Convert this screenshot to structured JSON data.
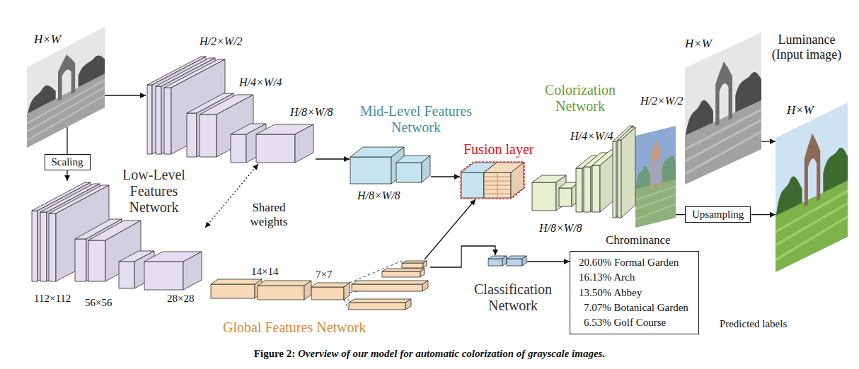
{
  "diagram": {
    "caption": "Figure 2: Overview of our model for automatic colorization of grayscale images.",
    "nodes": [
      {
        "text": [
          "H×W"
        ]
      },
      {
        "text": [
          "Scaling"
        ]
      },
      {
        "text": [
          "H/2×W/2",
          "H/4×W/4",
          "H/8×W/8",
          "Low-Level Features Network"
        ]
      },
      {
        "text": [
          "112×112",
          "56×56",
          "28×28"
        ]
      },
      {
        "text": [
          "Mid-Level Features Network",
          "H/8×W/8"
        ]
      },
      {
        "text": [
          "Fusion layer"
        ]
      },
      {
        "text": [
          "14×14",
          "7×7",
          "Global Features Network"
        ]
      },
      {
        "text": [
          "Classification Network"
        ]
      },
      {
        "text": [
          "20.60% Formal Garden",
          "16.13% Arch",
          "13.50% Abbey",
          "7.07% Botanical Garden",
          "6.53% Golf Course",
          "Predicted labels"
        ]
      },
      {
        "text": [
          "Colorization Network",
          "H/4×W/4",
          "H/2×W/2",
          "H/8×W/8"
        ]
      },
      {
        "text": [
          "Chrominance"
        ]
      },
      {
        "text": [
          "Upsampling"
        ]
      },
      {
        "text": [
          "H×W",
          "Luminance (Input image)"
        ]
      },
      {
        "text": [
          "H×W"
        ]
      }
    ],
    "edges": [
      {
        "from": 0,
        "to": 2,
        "arrow": "to"
      },
      {
        "from": 0,
        "to": 1,
        "arrow": "none"
      },
      {
        "from": 1,
        "to": 3,
        "arrow": "to"
      },
      {
        "from": 2,
        "to": 3,
        "arrow": "both",
        "label": "Shared weights"
      },
      {
        "from": 2,
        "to": 4,
        "arrow": "to"
      },
      {
        "from": 4,
        "to": 5,
        "arrow": "to"
      },
      {
        "from": 6,
        "to": 5,
        "arrow": "to"
      },
      {
        "from": 6,
        "to": 7,
        "arrow": "to"
      },
      {
        "from": 7,
        "to": 8,
        "arrow": "to"
      },
      {
        "from": 10,
        "to": 11,
        "arrow": "none"
      },
      {
        "from": 11,
        "to": 13,
        "arrow": "to"
      },
      {
        "from": 12,
        "to": 13,
        "arrow": "to"
      }
    ]
  }
}
